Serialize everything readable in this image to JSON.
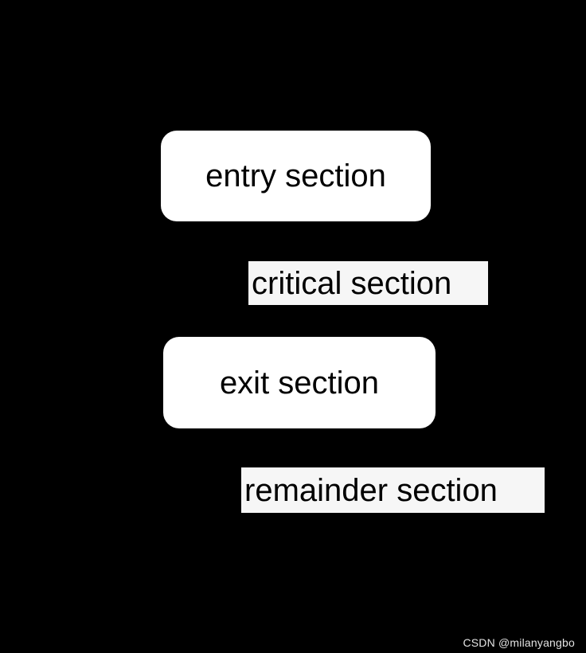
{
  "diagram": {
    "entry": {
      "label": "entry section"
    },
    "critical": {
      "label": "critical section"
    },
    "exit": {
      "label": "exit section"
    },
    "remainder": {
      "label": "remainder section"
    }
  },
  "colors": {
    "background": "#000000",
    "box_fill": "#ffffff",
    "band_fill": "#f6f6f6",
    "text": "#000000",
    "watermark_text": "#e3e3e3"
  },
  "watermark": {
    "text": "CSDN @milanyangbo"
  }
}
